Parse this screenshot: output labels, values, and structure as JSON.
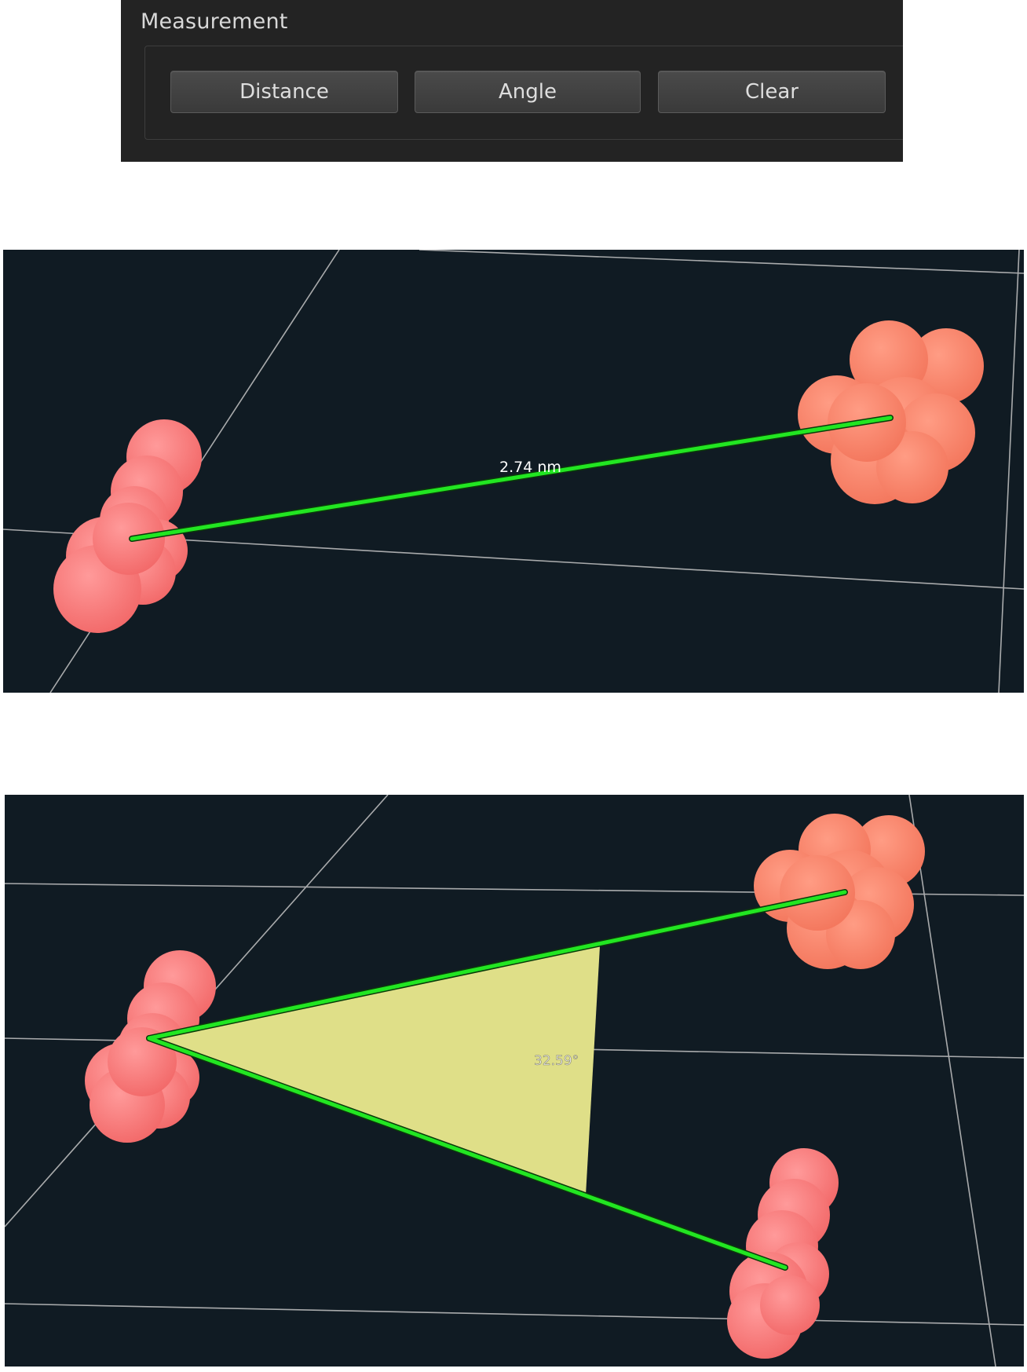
{
  "measurement_panel": {
    "title": "Measurement",
    "buttons": {
      "distance": "Distance",
      "angle": "Angle",
      "clear": "Clear"
    }
  },
  "distance_view": {
    "label": "2.74 nm",
    "line_color": "#22e622"
  },
  "angle_view": {
    "label": "32.59°",
    "line_color": "#22e622",
    "sector_color": "#dfdf88"
  },
  "colors": {
    "panel_bg": "#232323",
    "viewport_bg": "#101b23",
    "molecule_red": "#ff7a7a",
    "molecule_salmon": "#ff8468",
    "grid": "#bfbfbf"
  }
}
